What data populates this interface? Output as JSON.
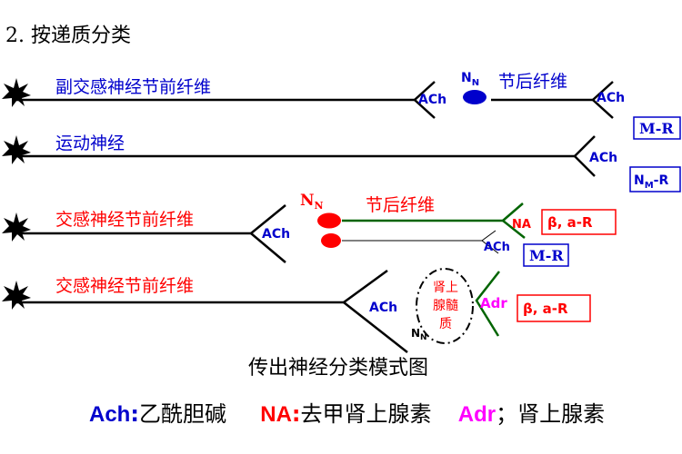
{
  "heading": "2. 按递质分类",
  "caption": "传出神经分类模式图",
  "colors": {
    "blue": "#0000cc",
    "red": "#ff0000",
    "green": "#006400",
    "magenta": "#ff00ff",
    "black": "#000000"
  },
  "rows": {
    "parasympathetic": {
      "pre_label": "副交感神经节前纤维",
      "ach": "ACh",
      "nn": "N",
      "nn_sub": "N",
      "post_label": "节后纤维",
      "ach_end": "ACh",
      "receptor": "M-R"
    },
    "motor": {
      "label": "运动神经",
      "ach": "ACh",
      "receptor_main": "N",
      "receptor_sub": "M",
      "receptor_tail": "-R"
    },
    "sympathetic": {
      "pre_label": "交感神经节前纤维",
      "nn": "N",
      "nn_sub": "N",
      "post_label": "节后纤维",
      "ach": "ACh",
      "na": "NA",
      "receptor_top": "β, a-R",
      "ach_end": "ACh",
      "receptor_bottom": "M-R"
    },
    "adrenal": {
      "pre_label": "交感神经节前纤维",
      "ach": "ACh",
      "medulla": [
        "肾上",
        "腺髓",
        "质"
      ],
      "nn": "N",
      "nn_sub": "N",
      "adr": "Adr",
      "receptor": "β, a-R"
    }
  },
  "legend": [
    {
      "term": "Ach",
      "sep": ":",
      "desc": "乙酰胆碱",
      "color": "#0000cc"
    },
    {
      "term": "NA",
      "sep": ":",
      "desc": "去甲肾上腺素",
      "color": "#ff0000"
    },
    {
      "term": "Adr",
      "sep": "；",
      "desc": "肾上腺素",
      "color": "#ff00ff"
    }
  ]
}
